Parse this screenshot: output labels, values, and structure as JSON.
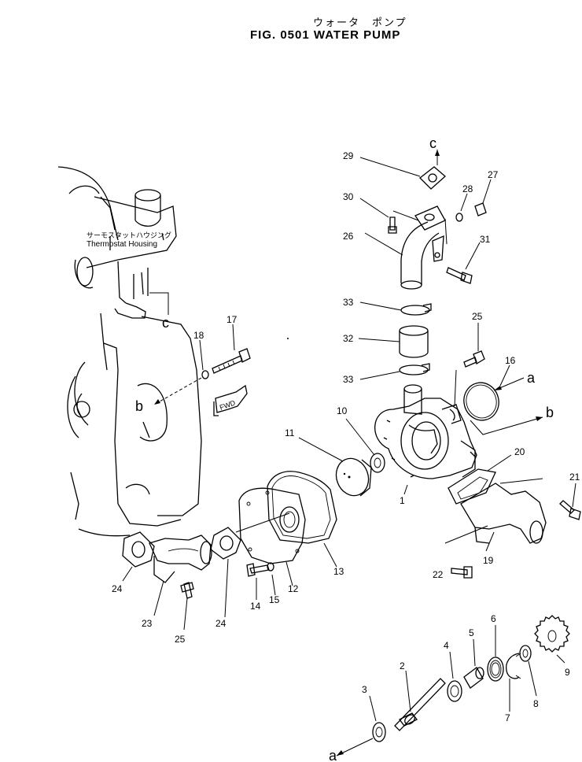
{
  "header": {
    "title_jp": "ウォータ　ポンプ",
    "title": "FIG. 0501  WATER  PUMP"
  },
  "housing": {
    "label_jp": "サーモスタットハウジング",
    "label_en": "Thermostat Housing"
  },
  "fwd_label": "FWD",
  "refs": {
    "a": "a",
    "b": "b",
    "c": "c"
  },
  "parts": [
    "1",
    "2",
    "3",
    "4",
    "5",
    "6",
    "7",
    "8",
    "9",
    "10",
    "11",
    "12",
    "13",
    "14",
    "15",
    "16",
    "17",
    "18",
    "19",
    "20",
    "21",
    "22",
    "23",
    "24",
    "25",
    "26",
    "27",
    "28",
    "29",
    "30",
    "31",
    "32",
    "33"
  ]
}
